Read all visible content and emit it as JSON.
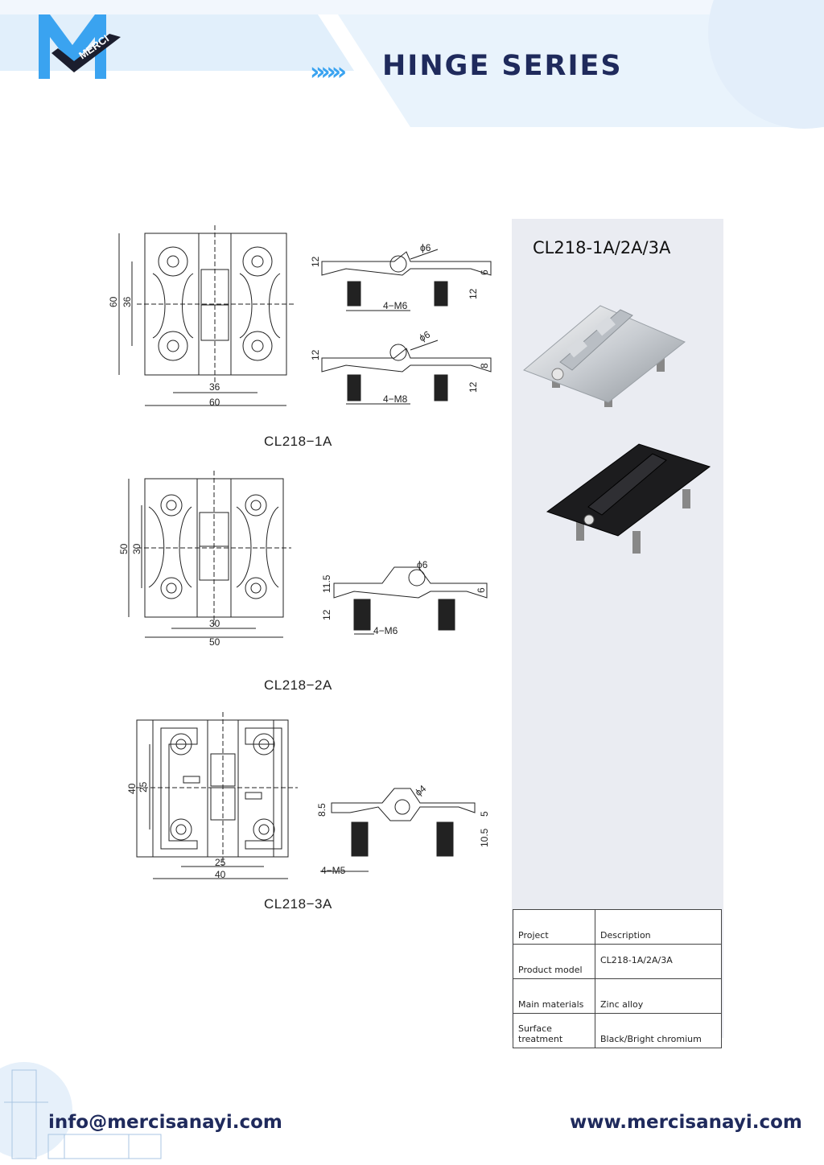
{
  "header": {
    "brand": "MERCI",
    "title": "HINGE SERIES",
    "chevrons": "»»»"
  },
  "colors": {
    "navy": "#1f2a5c",
    "accent_blue": "#3aa3f0",
    "light_blue": "#e1effb",
    "panel_gray": "#eaecf2"
  },
  "drawings": {
    "d1": {
      "caption": "CL218−1A",
      "height": "60",
      "hole_spacing_v": "36",
      "hole_spacing_h": "36",
      "width": "60",
      "top": {
        "phi": "ϕ6",
        "h1": "12",
        "h2": "6",
        "screw": "4−M6",
        "len": "12"
      },
      "bottom": {
        "phi": "ϕ6",
        "h1": "12",
        "h2": "8",
        "screw": "4−M8",
        "len": "12"
      }
    },
    "d2": {
      "caption": "CL218−2A",
      "height": "50",
      "hole_spacing_v": "30",
      "hole_spacing_h": "30",
      "width": "50",
      "side": {
        "phi": "ϕ6",
        "h1": "11.5",
        "h2": "6",
        "screw": "4−M6",
        "len": "12"
      }
    },
    "d3": {
      "caption": "CL218−3A",
      "height": "40",
      "hole_spacing_v": "25",
      "hole_spacing_h": "25",
      "width": "40",
      "side": {
        "phi": "ϕ4",
        "h1": "8.5",
        "h2": "5",
        "screw": "4−M5",
        "len": "10.5"
      }
    }
  },
  "panel": {
    "title": "CL218-1A/2A/3A"
  },
  "spec": {
    "h1": "Project",
    "h2": "Description",
    "r1a": "Product model",
    "r1b": "CL218-1A/2A/3A",
    "r2a": "Main materials",
    "r2b": "Zinc alloy",
    "r3a": "Surface treatment",
    "r3b": "Black/Bright chromium"
  },
  "footer": {
    "email": "info@mercisanayi.com",
    "website": "www.mercisanayi.com"
  }
}
